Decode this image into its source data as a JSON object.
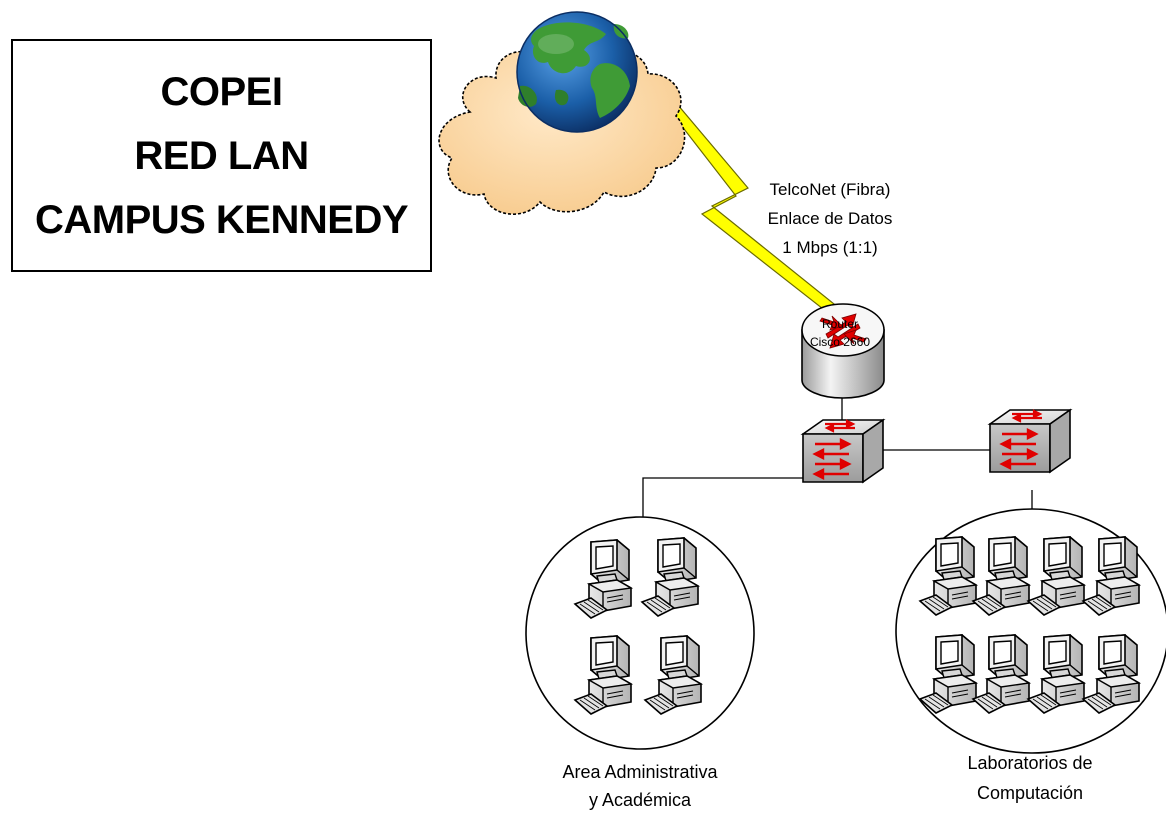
{
  "title": {
    "lines": [
      "COPEI",
      "RED LAN",
      "CAMPUS KENNEDY"
    ]
  },
  "link_label": {
    "lines": [
      "TelcoNet (Fibra)",
      "Enlace de Datos",
      "1 Mbps (1:1)"
    ]
  },
  "router_label": {
    "lines": [
      "Router",
      "Cisco 2660"
    ]
  },
  "groups": {
    "admin": {
      "lines": [
        "Area Administrativa",
        "y Académica"
      ]
    },
    "lab": {
      "lines": [
        "Laboratorios de",
        "Computación"
      ]
    }
  },
  "colors": {
    "cloud": "#FCD9A8",
    "globe_ocean": "#1B5FA8",
    "globe_land": "#3F9B36",
    "lightning": "#FFFF00",
    "router_arrow": "#E00000",
    "device_gray": "#D8D8D8"
  },
  "icons": [
    "internet-cloud-icon",
    "globe-icon",
    "lightning-link-icon",
    "router-icon",
    "switch-icon",
    "workstation-icon"
  ]
}
